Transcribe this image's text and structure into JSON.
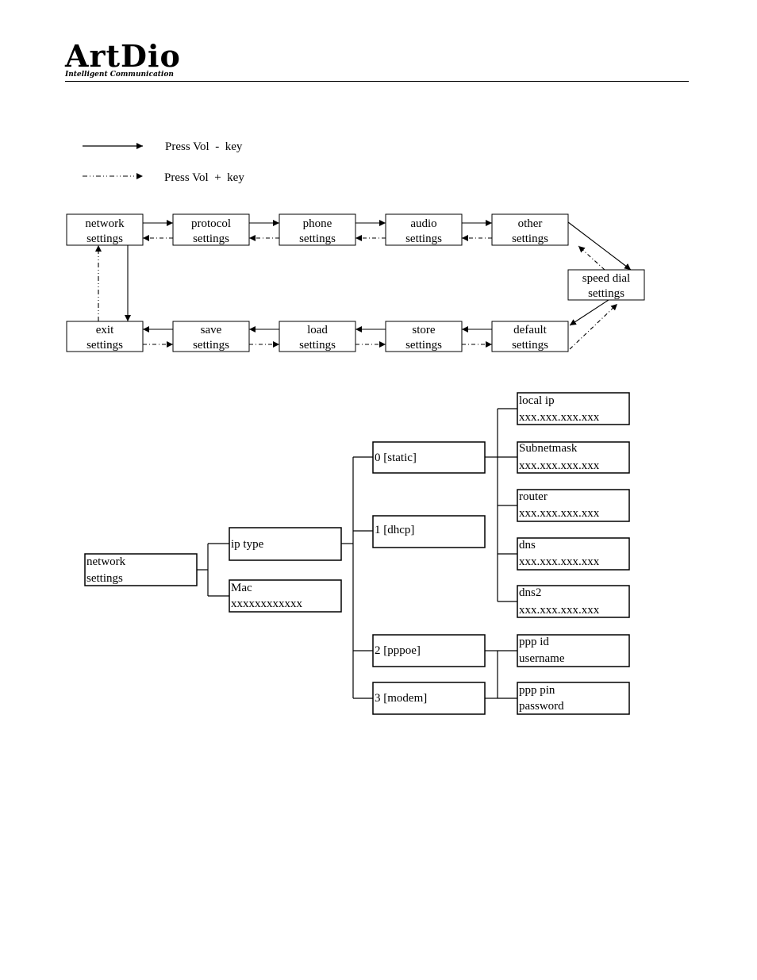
{
  "header": {
    "logo_text": "ArtDio",
    "logo_tagline": "Intelligent Communication"
  },
  "legend": {
    "solid": "Press Vol  -  key",
    "dashed": "Press Vol  +  key"
  },
  "menu_cycle": {
    "top_row": [
      [
        "network",
        "settings"
      ],
      [
        "protocol",
        "settings"
      ],
      [
        "phone",
        "settings"
      ],
      [
        "audio",
        "settings"
      ],
      [
        "other",
        "settings"
      ]
    ],
    "right": [
      "speed dial",
      "settings"
    ],
    "bottom_row": [
      [
        "exit",
        "settings"
      ],
      [
        "save",
        "settings"
      ],
      [
        "load",
        "settings"
      ],
      [
        "store",
        "settings"
      ],
      [
        "default",
        "settings"
      ]
    ]
  },
  "network_tree": {
    "root": [
      "network",
      "settings"
    ],
    "level1": [
      [
        "ip type",
        ""
      ],
      [
        "Mac",
        "xxxxxxxxxxxx"
      ]
    ],
    "ip_types": [
      "0 [static]",
      "1 [dhcp]",
      "2 [pppoe]",
      "3 [modem]"
    ],
    "static_fields": [
      [
        "local ip",
        "xxx.xxx.xxx.xxx"
      ],
      [
        "Subnetmask",
        "xxx.xxx.xxx.xxx"
      ],
      [
        "router",
        "xxx.xxx.xxx.xxx"
      ],
      [
        "dns",
        "xxx.xxx.xxx.xxx"
      ],
      [
        "dns2",
        "xxx.xxx.xxx.xxx"
      ]
    ],
    "ppp_fields": [
      [
        "ppp id",
        "username"
      ],
      [
        "ppp pin",
        "password"
      ]
    ]
  }
}
